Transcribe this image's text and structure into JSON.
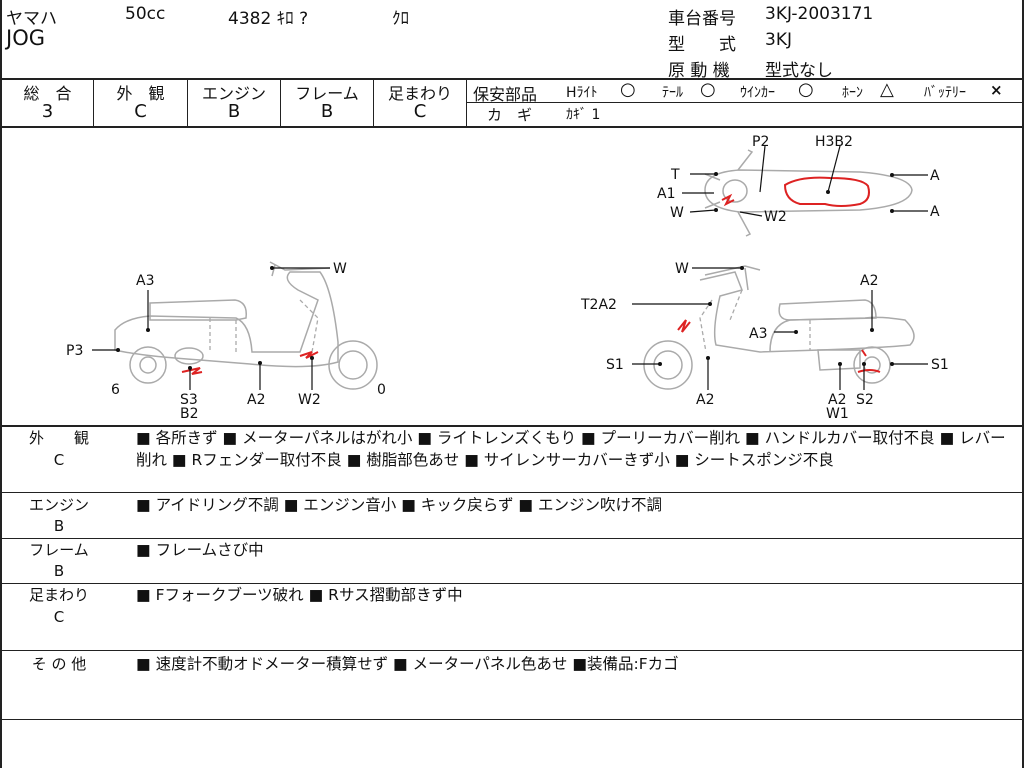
{
  "header": {
    "maker": "ヤマハ",
    "displacement": "50cc",
    "mileage": "4382 ｷﾛ ?",
    "color": "ｸﾛ",
    "model_name": "JOG",
    "chassis_label": "車台番号",
    "chassis_value": "3KJ-2003171",
    "type_label": "型　　式",
    "type_value": "3KJ",
    "engine_label": "原 動 機",
    "engine_value": "型式なし"
  },
  "grades": {
    "overall_label": "総　合",
    "overall": "3",
    "exterior_label": "外　観",
    "exterior": "C",
    "engine_label": "エンジン",
    "engine": "B",
    "frame_label": "フレーム",
    "frame": "B",
    "suspension_label": "足まわり",
    "suspension": "C"
  },
  "safety": {
    "label": "保安部品",
    "headlight_label": "Hﾗｲﾄ",
    "headlight_mark": "○",
    "taillight_label": "ﾃｰﾙ",
    "taillight_mark": "○",
    "winker_label": "ｳｲﾝｶｰ",
    "winker_mark": "○",
    "horn_label": "ﾎｰﾝ",
    "horn_mark": "△",
    "battery_label": "ﾊﾞｯﾃﾘｰ",
    "battery_mark": "×",
    "key_label": "カ　ギ",
    "key_value": "ｶｷﾞ 1"
  },
  "diagram": {
    "top": {
      "p2": "P2",
      "h3b2": "H3B2",
      "t": "T",
      "a1": "A1",
      "w": "W",
      "w2": "W2",
      "a_right1": "A",
      "a_right2": "A"
    },
    "left": {
      "a3": "A3",
      "w": "W",
      "p3": "P3",
      "six": "6",
      "s3": "S3",
      "b2": "B2",
      "a2": "A2",
      "w2": "W2",
      "zero": "0"
    },
    "right": {
      "w": "W",
      "t2a2": "T2A2",
      "a2_top": "A2",
      "a3": "A3",
      "s1_left": "S1",
      "s1_right": "S1",
      "a2_bottom": "A2",
      "a2_right": "A2",
      "s2": "S2",
      "w1": "W1"
    }
  },
  "details": [
    {
      "label1": "外　　観",
      "label2": "C",
      "text": "■ 各所きず ■ メーターパネルはがれ小 ■ ライトレンズくもり ■ プーリーカバー削れ ■ ハンドルカバー取付不良 ■ レバー削れ ■ Rフェンダー取付不良 ■ 樹脂部色あせ ■ サイレンサーカバーきず小 ■ シートスポンジ不良"
    },
    {
      "label1": "エンジン",
      "label2": "B",
      "text": "■ アイドリング不調 ■ エンジン音小 ■ キック戻らず ■ エンジン吹け不調"
    },
    {
      "label1": "フレーム",
      "label2": "B",
      "text": "■ フレームさび中"
    },
    {
      "label1": "足まわり",
      "label2": "C",
      "text": "■ Fフォークブーツ破れ ■ Rサス摺動部きず中"
    },
    {
      "label1": "そ の 他",
      "label2": "",
      "text": "■ 速度計不動オドメーター積算せず ■ メーターパネル色あせ ■装備品:Fカゴ"
    }
  ]
}
